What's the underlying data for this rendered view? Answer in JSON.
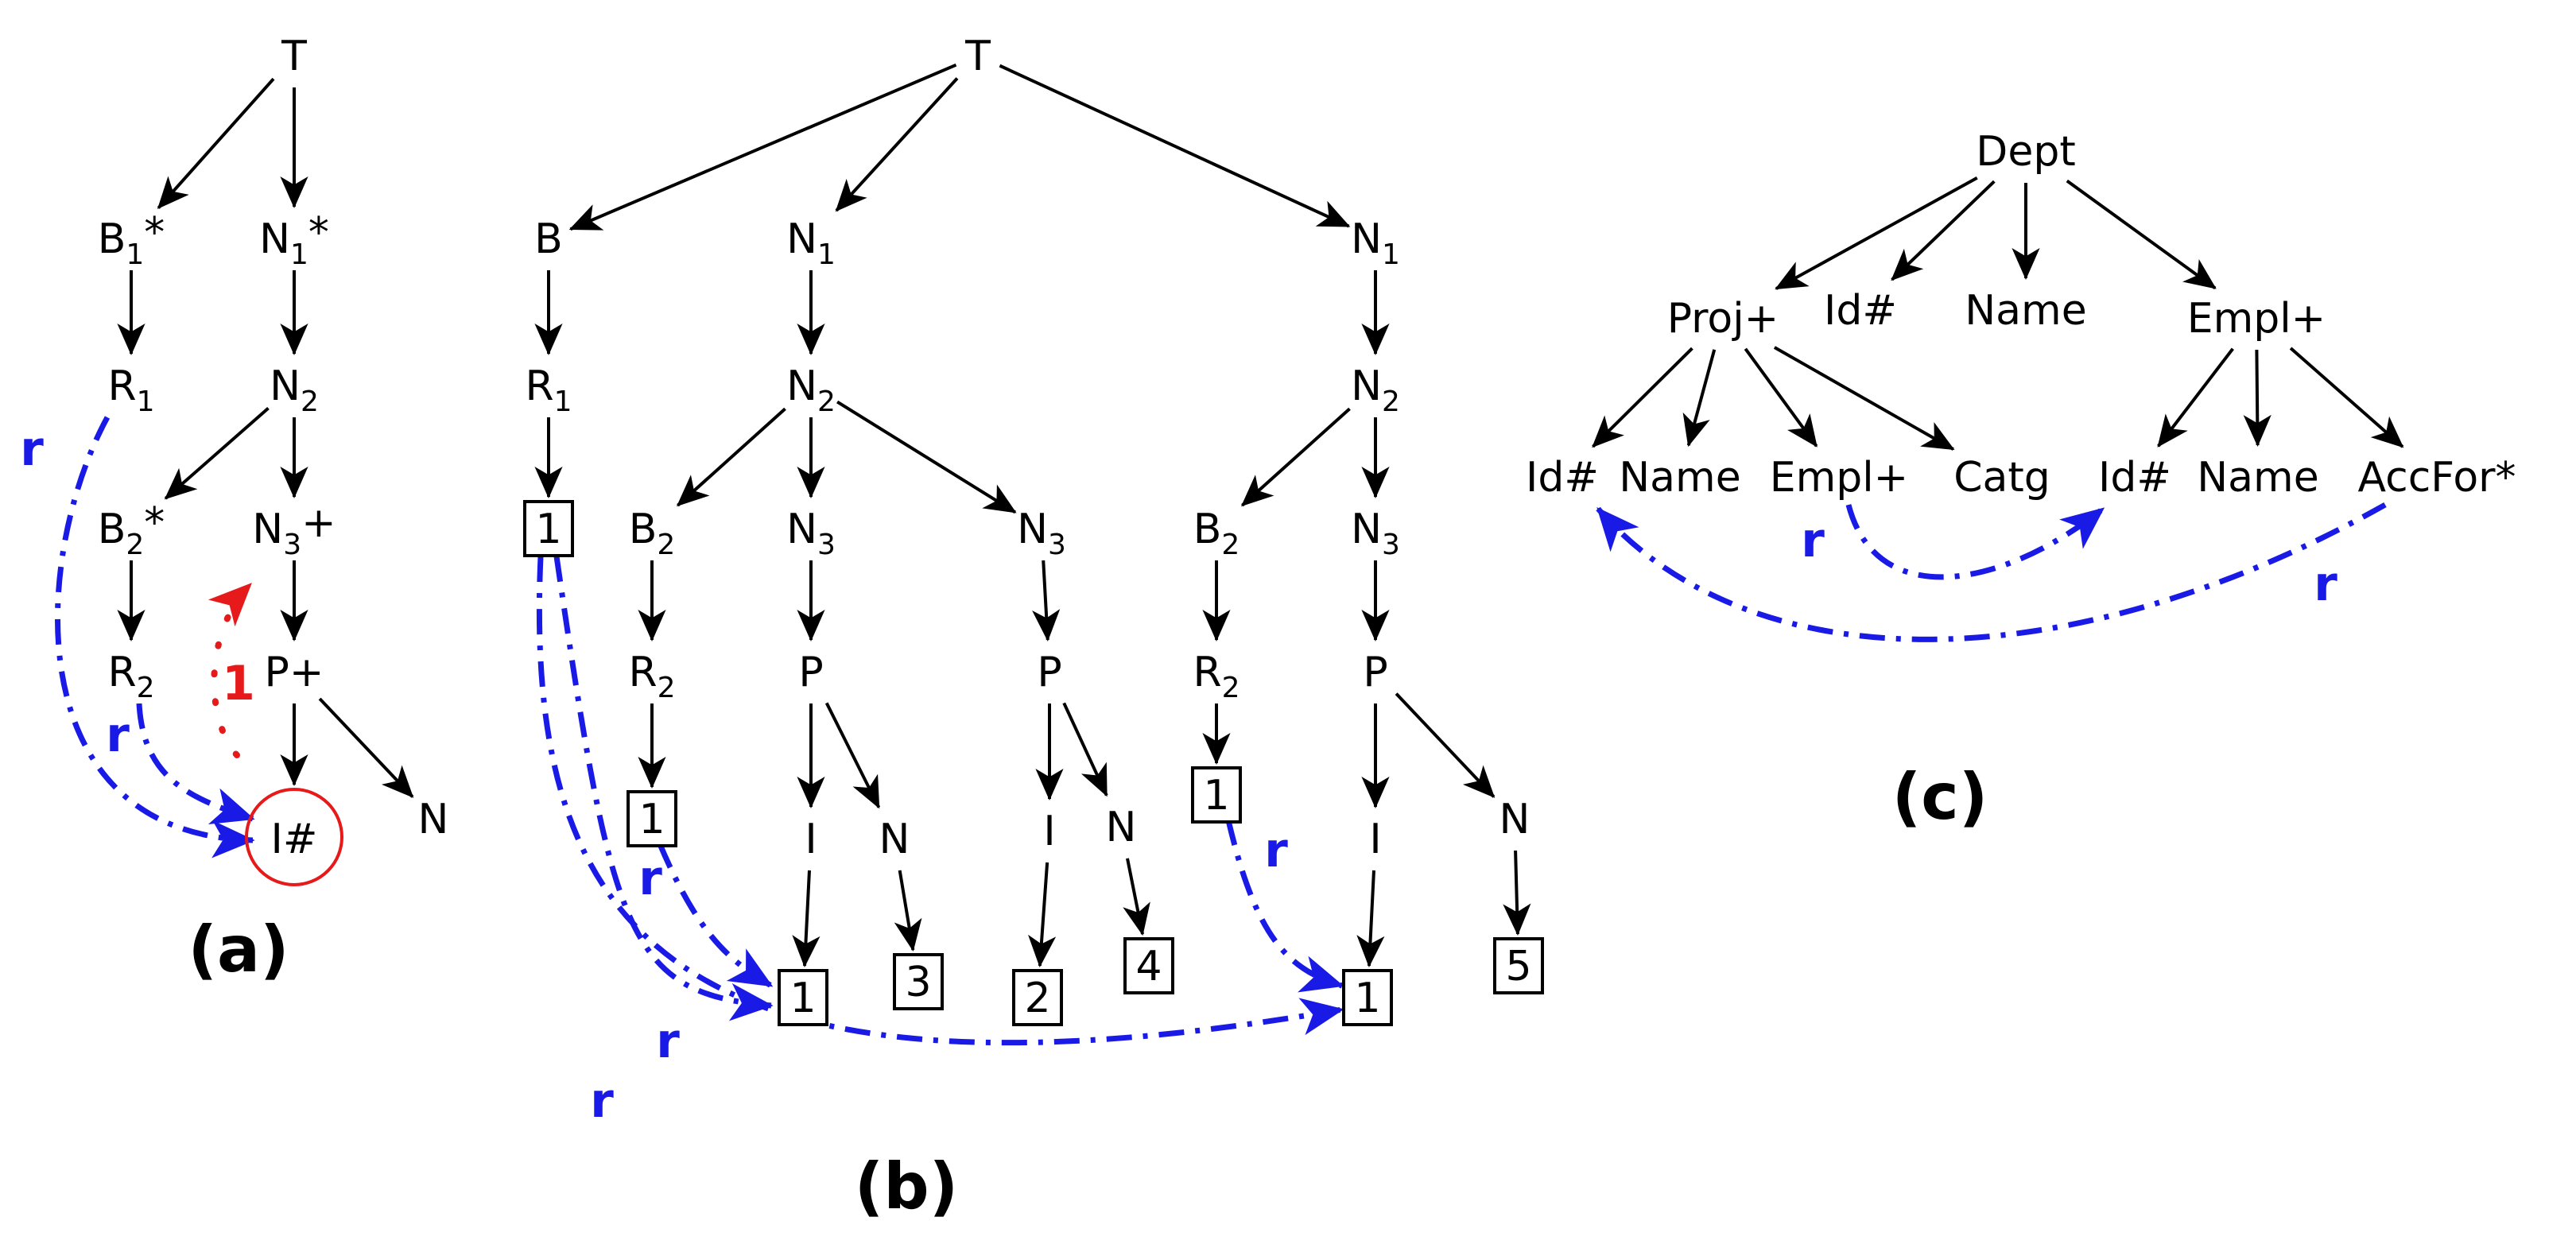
{
  "panels": [
    {
      "caption": "(a)"
    },
    {
      "caption": "(b)"
    },
    {
      "caption": "(c)"
    }
  ],
  "nodes": [
    {
      "id": "a_T",
      "panel": 0,
      "label": "T"
    },
    {
      "id": "a_B1",
      "panel": 0,
      "label": "B",
      "sub": "1",
      "suffix": "*"
    },
    {
      "id": "a_N1",
      "panel": 0,
      "label": "N",
      "sub": "1",
      "suffix": "*"
    },
    {
      "id": "a_R1",
      "panel": 0,
      "label": "R",
      "sub": "1"
    },
    {
      "id": "a_N2",
      "panel": 0,
      "label": "N",
      "sub": "2"
    },
    {
      "id": "a_B2",
      "panel": 0,
      "label": "B",
      "sub": "2",
      "suffix": "*"
    },
    {
      "id": "a_N3",
      "panel": 0,
      "label": "N",
      "sub": "3",
      "suffix": "+"
    },
    {
      "id": "a_R2",
      "panel": 0,
      "label": "R",
      "sub": "2"
    },
    {
      "id": "a_P",
      "panel": 0,
      "label": "P+"
    },
    {
      "id": "a_I",
      "panel": 0,
      "label": "I#",
      "shape": "circle"
    },
    {
      "id": "a_N",
      "panel": 0,
      "label": "N"
    },
    {
      "id": "b_T",
      "panel": 1,
      "label": "T"
    },
    {
      "id": "b_B",
      "panel": 1,
      "label": "B"
    },
    {
      "id": "b_N1a",
      "panel": 1,
      "label": "N",
      "sub": "1"
    },
    {
      "id": "b_N1b",
      "panel": 1,
      "label": "N",
      "sub": "1"
    },
    {
      "id": "b_R1",
      "panel": 1,
      "label": "R",
      "sub": "1"
    },
    {
      "id": "b_N2a",
      "panel": 1,
      "label": "N",
      "sub": "2"
    },
    {
      "id": "b_N2b",
      "panel": 1,
      "label": "N",
      "sub": "2"
    },
    {
      "id": "b_V1a",
      "panel": 1,
      "label": "1",
      "shape": "box"
    },
    {
      "id": "b_B2a",
      "panel": 1,
      "label": "B",
      "sub": "2"
    },
    {
      "id": "b_N3a",
      "panel": 1,
      "label": "N",
      "sub": "3"
    },
    {
      "id": "b_N3b",
      "panel": 1,
      "label": "N",
      "sub": "3"
    },
    {
      "id": "b_B2b",
      "panel": 1,
      "label": "B",
      "sub": "2"
    },
    {
      "id": "b_N3c",
      "panel": 1,
      "label": "N",
      "sub": "3"
    },
    {
      "id": "b_R2a",
      "panel": 1,
      "label": "R",
      "sub": "2"
    },
    {
      "id": "b_Pa",
      "panel": 1,
      "label": "P"
    },
    {
      "id": "b_Pb",
      "panel": 1,
      "label": "P"
    },
    {
      "id": "b_R2b",
      "panel": 1,
      "label": "R",
      "sub": "2"
    },
    {
      "id": "b_Pc",
      "panel": 1,
      "label": "P"
    },
    {
      "id": "b_V1b",
      "panel": 1,
      "label": "1",
      "shape": "box"
    },
    {
      "id": "b_V1c",
      "panel": 1,
      "label": "1",
      "shape": "box"
    },
    {
      "id": "b_Ia",
      "panel": 1,
      "label": "I"
    },
    {
      "id": "b_Na",
      "panel": 1,
      "label": "N"
    },
    {
      "id": "b_Ib",
      "panel": 1,
      "label": "I"
    },
    {
      "id": "b_Nb",
      "panel": 1,
      "label": "N"
    },
    {
      "id": "b_Ic",
      "panel": 1,
      "label": "I"
    },
    {
      "id": "b_Nc",
      "panel": 1,
      "label": "N"
    },
    {
      "id": "b_V1d",
      "panel": 1,
      "label": "1",
      "shape": "box"
    },
    {
      "id": "b_V3",
      "panel": 1,
      "label": "3",
      "shape": "box"
    },
    {
      "id": "b_V2",
      "panel": 1,
      "label": "2",
      "shape": "box"
    },
    {
      "id": "b_V4",
      "panel": 1,
      "label": "4",
      "shape": "box"
    },
    {
      "id": "b_V1e",
      "panel": 1,
      "label": "1",
      "shape": "box"
    },
    {
      "id": "b_V5",
      "panel": 1,
      "label": "5",
      "shape": "box"
    },
    {
      "id": "c_Dept",
      "panel": 2,
      "label": "Dept"
    },
    {
      "id": "c_Proj",
      "panel": 2,
      "label": "Proj+"
    },
    {
      "id": "c_Id",
      "panel": 2,
      "label": "Id#"
    },
    {
      "id": "c_Name",
      "panel": 2,
      "label": "Name"
    },
    {
      "id": "c_Empl",
      "panel": 2,
      "label": "Empl+"
    },
    {
      "id": "c_PId",
      "panel": 2,
      "label": "Id#"
    },
    {
      "id": "c_PName",
      "panel": 2,
      "label": "Name"
    },
    {
      "id": "c_PEmpl",
      "panel": 2,
      "label": "Empl+"
    },
    {
      "id": "c_Catg",
      "panel": 2,
      "label": "Catg"
    },
    {
      "id": "c_EId",
      "panel": 2,
      "label": "Id#"
    },
    {
      "id": "c_EName",
      "panel": 2,
      "label": "Name"
    },
    {
      "id": "c_AccFor",
      "panel": 2,
      "label": "AccFor*"
    }
  ],
  "edges": [
    [
      "a_T",
      "a_B1"
    ],
    [
      "a_T",
      "a_N1"
    ],
    [
      "a_B1",
      "a_R1"
    ],
    [
      "a_N1",
      "a_N2"
    ],
    [
      "a_N2",
      "a_B2"
    ],
    [
      "a_N2",
      "a_N3"
    ],
    [
      "a_B2",
      "a_R2"
    ],
    [
      "a_N3",
      "a_P"
    ],
    [
      "a_P",
      "a_I"
    ],
    [
      "a_P",
      "a_N"
    ],
    [
      "b_T",
      "b_B"
    ],
    [
      "b_T",
      "b_N1a"
    ],
    [
      "b_T",
      "b_N1b"
    ],
    [
      "b_B",
      "b_R1"
    ],
    [
      "b_R1",
      "b_V1a"
    ],
    [
      "b_N1a",
      "b_N2a"
    ],
    [
      "b_N2a",
      "b_B2a"
    ],
    [
      "b_N2a",
      "b_N3a"
    ],
    [
      "b_N2a",
      "b_N3b"
    ],
    [
      "b_B2a",
      "b_R2a"
    ],
    [
      "b_R2a",
      "b_V1b"
    ],
    [
      "b_N3a",
      "b_Pa"
    ],
    [
      "b_Pa",
      "b_Ia"
    ],
    [
      "b_Pa",
      "b_Na"
    ],
    [
      "b_Ia",
      "b_V1d"
    ],
    [
      "b_Na",
      "b_V3"
    ],
    [
      "b_N3b",
      "b_Pb"
    ],
    [
      "b_Pb",
      "b_Ib"
    ],
    [
      "b_Pb",
      "b_Nb"
    ],
    [
      "b_Ib",
      "b_V2"
    ],
    [
      "b_Nb",
      "b_V4"
    ],
    [
      "b_N1b",
      "b_N2b"
    ],
    [
      "b_N2b",
      "b_B2b"
    ],
    [
      "b_N2b",
      "b_N3c"
    ],
    [
      "b_B2b",
      "b_R2b"
    ],
    [
      "b_R2b",
      "b_V1c"
    ],
    [
      "b_N3c",
      "b_Pc"
    ],
    [
      "b_Pc",
      "b_Ic"
    ],
    [
      "b_Pc",
      "b_Nc"
    ],
    [
      "b_Ic",
      "b_V1e"
    ],
    [
      "b_Nc",
      "b_V5"
    ],
    [
      "c_Dept",
      "c_Proj"
    ],
    [
      "c_Dept",
      "c_Id"
    ],
    [
      "c_Dept",
      "c_Name"
    ],
    [
      "c_Dept",
      "c_Empl"
    ],
    [
      "c_Proj",
      "c_PId"
    ],
    [
      "c_Proj",
      "c_PName"
    ],
    [
      "c_Proj",
      "c_PEmpl"
    ],
    [
      "c_Proj",
      "c_Catg"
    ],
    [
      "c_Empl",
      "c_EId"
    ],
    [
      "c_Empl",
      "c_EName"
    ],
    [
      "c_Empl",
      "c_AccFor"
    ]
  ],
  "references": [
    {
      "from": "a_R1",
      "to": "a_I",
      "label": "r"
    },
    {
      "from": "a_R2",
      "to": "a_I",
      "label": "r"
    },
    {
      "from": "b_V1a",
      "to": "b_V1d",
      "label": "r"
    },
    {
      "from": "b_V1a",
      "to": "b_V1e",
      "label": "r"
    },
    {
      "from": "b_V1b",
      "to": "b_V1d",
      "label": "r"
    },
    {
      "from": "b_V1c",
      "to": "b_V1e",
      "label": "r"
    },
    {
      "from": "c_PEmpl",
      "to": "c_EId",
      "label": "r"
    },
    {
      "from": "c_AccFor",
      "to": "c_PId",
      "label": "r"
    }
  ],
  "constraint": {
    "from": "a_I",
    "to": "a_N3",
    "label": "1"
  },
  "colors": {
    "reference": "#1a1ae6",
    "constraint": "#e61a1a",
    "edge": "#000000"
  }
}
